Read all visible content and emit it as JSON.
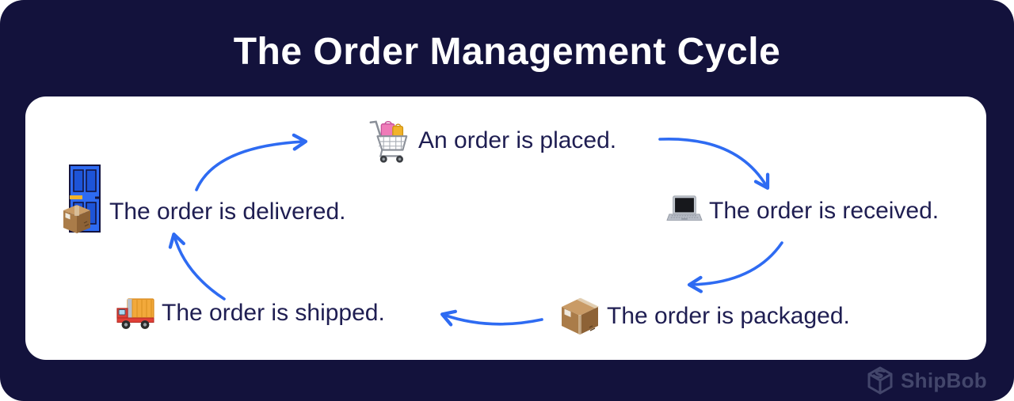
{
  "title": "The Order Management Cycle",
  "steps": [
    {
      "label": "An order is placed.",
      "icon": "shopping-cart-icon"
    },
    {
      "label": "The order is received.",
      "icon": "laptop-icon"
    },
    {
      "label": "The order is packaged.",
      "icon": "package-box-icon"
    },
    {
      "label": "The order is shipped.",
      "icon": "delivery-truck-icon"
    },
    {
      "label": "The order is delivered.",
      "icon": "door-with-package-icon"
    }
  ],
  "brand": {
    "name": "ShipBob",
    "icon": "shipbob-box-logo-icon"
  },
  "colors": {
    "background_navy": "#13123c",
    "card_white": "#ffffff",
    "title_text": "#ffffff",
    "step_text": "#1f1e52",
    "arrow_blue": "#2e6bf2",
    "logo_slate": "#43466b"
  }
}
